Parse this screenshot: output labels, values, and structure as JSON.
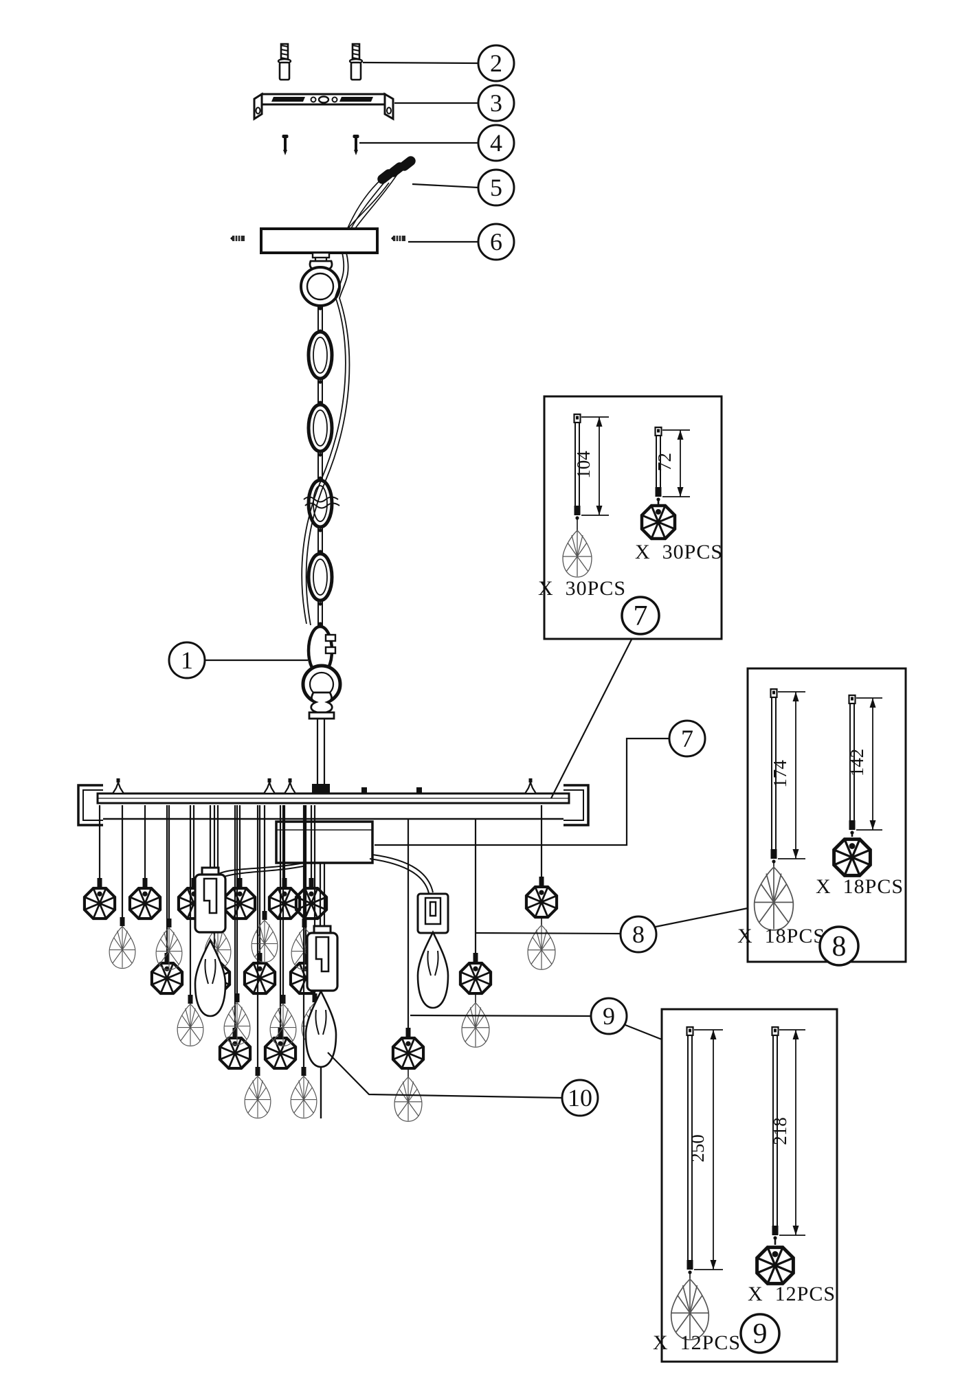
{
  "diagram": {
    "kind": "chandelier assembly parts diagram",
    "background_color": "#ffffff",
    "line_color": "#111111"
  },
  "callouts": {
    "n1": "1",
    "n2": "2",
    "n3": "3",
    "n4": "4",
    "n5": "5",
    "n6": "6",
    "n7": "7",
    "n8": "8",
    "n9": "9",
    "n10": "10"
  },
  "detail_boxes": [
    {
      "box_number": "7",
      "pins": [
        {
          "length": "104",
          "qty": "X  30PCS",
          "crystal": "teardrop"
        },
        {
          "length": "72",
          "qty": "X  30PCS",
          "crystal": "octagon"
        }
      ]
    },
    {
      "box_number": "8",
      "pins": [
        {
          "length": "174",
          "qty": "X  18PCS",
          "crystal": "teardrop"
        },
        {
          "length": "142",
          "qty": "X  18PCS",
          "crystal": "octagon"
        }
      ]
    },
    {
      "box_number": "9",
      "pins": [
        {
          "length": "250",
          "qty": "X  12PCS",
          "crystal": "teardrop"
        },
        {
          "length": "218",
          "qty": "X  12PCS",
          "crystal": "octagon"
        }
      ]
    }
  ]
}
